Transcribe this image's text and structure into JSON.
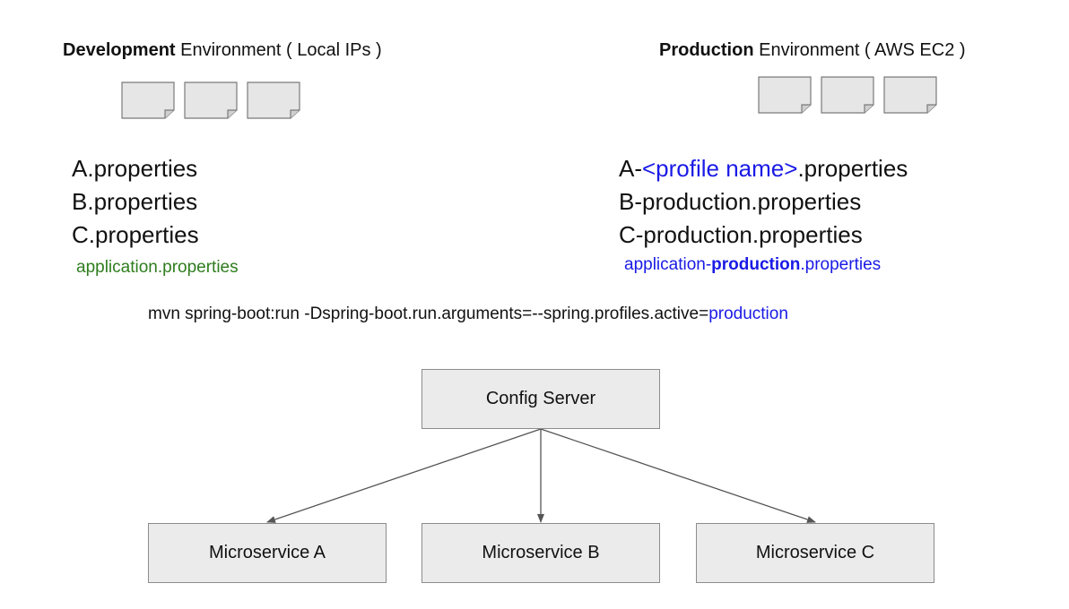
{
  "dev_env": {
    "title_bold": "Development",
    "title_rest": " Environment ( Local IPs )",
    "files": [
      "A.properties",
      "B.properties",
      "C.properties"
    ],
    "shared_file": "application.properties"
  },
  "prod_env": {
    "title_bold": "Production",
    "title_rest": " Environment ( AWS EC2  )",
    "file_a_prefix": "A-",
    "file_a_profile": "<profile name>",
    "file_a_suffix": ".properties",
    "files": [
      "B-production.properties",
      "C-production.properties"
    ],
    "shared_file_prefix": "application-",
    "shared_file_profile": "production",
    "shared_file_suffix": ".properties"
  },
  "command": {
    "text": "mvn spring-boot:run -Dspring-boot.run.arguments=--spring.profiles.active=",
    "profile": "production"
  },
  "diagram": {
    "config_server": "Config Server",
    "microservices": [
      "Microservice A",
      "Microservice B",
      "Microservice C"
    ]
  },
  "colors": {
    "profile_blue": "#1a1ae6",
    "shared_green": "#2e7d1e",
    "box_fill": "#ebebeb",
    "box_border": "#8c8c8c"
  }
}
